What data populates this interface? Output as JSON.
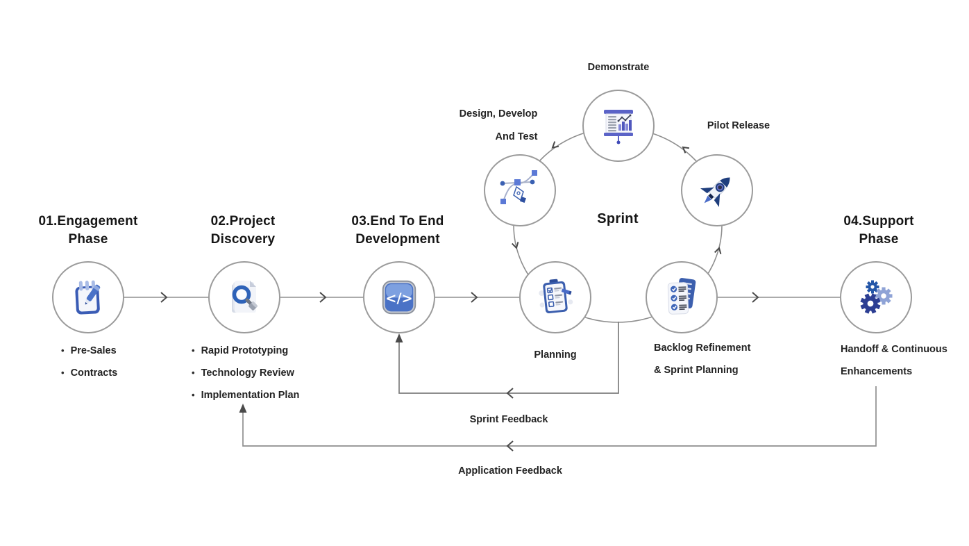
{
  "phases": [
    {
      "title_line1": "01.Engagement",
      "title_line2": "Phase",
      "icon": "notepad-pencil-icon",
      "bullets": [
        "Pre-Sales",
        "Contracts"
      ]
    },
    {
      "title_line1": "02.Project",
      "title_line2": "Discovery",
      "icon": "document-search-icon",
      "bullets": [
        "Rapid Prototyping",
        "Technology Review",
        "Implementation Plan"
      ]
    },
    {
      "title_line1": "03.End To End",
      "title_line2": "Development",
      "icon": "code-brackets-icon",
      "bullets": []
    },
    {
      "title_line1": "04.Support",
      "title_line2": "Phase",
      "icon": "gears-icon",
      "caption_line1": "Handoff & Continuous",
      "caption_line2": "Enhancements"
    }
  ],
  "sprint": {
    "label": "Sprint",
    "nodes": [
      {
        "caption": "Planning",
        "icon": "clipboard-checklist-icon"
      },
      {
        "caption_line1": "Design, Develop",
        "caption_line2": "And Test",
        "icon": "pen-tool-icon"
      },
      {
        "caption": "Demonstrate",
        "icon": "presentation-chart-icon"
      },
      {
        "caption": "Pilot Release",
        "icon": "rocket-icon"
      },
      {
        "caption_line1": "Backlog Refinement",
        "caption_line2": "& Sprint Planning",
        "icon": "stacked-checklists-icon"
      }
    ]
  },
  "feedback_labels": {
    "sprint": "Sprint Feedback",
    "application": "Application Feedback"
  },
  "colors": {
    "primary_blue": "#3c5fae",
    "deep_navy": "#2c3e93",
    "indigo": "#5b63c7",
    "light_blue": "#8fa3d6",
    "line_gray": "#8f8f8f",
    "arrow_dark": "#4a4a4a",
    "text": "#1c1c1c",
    "background": "#ffffff"
  }
}
